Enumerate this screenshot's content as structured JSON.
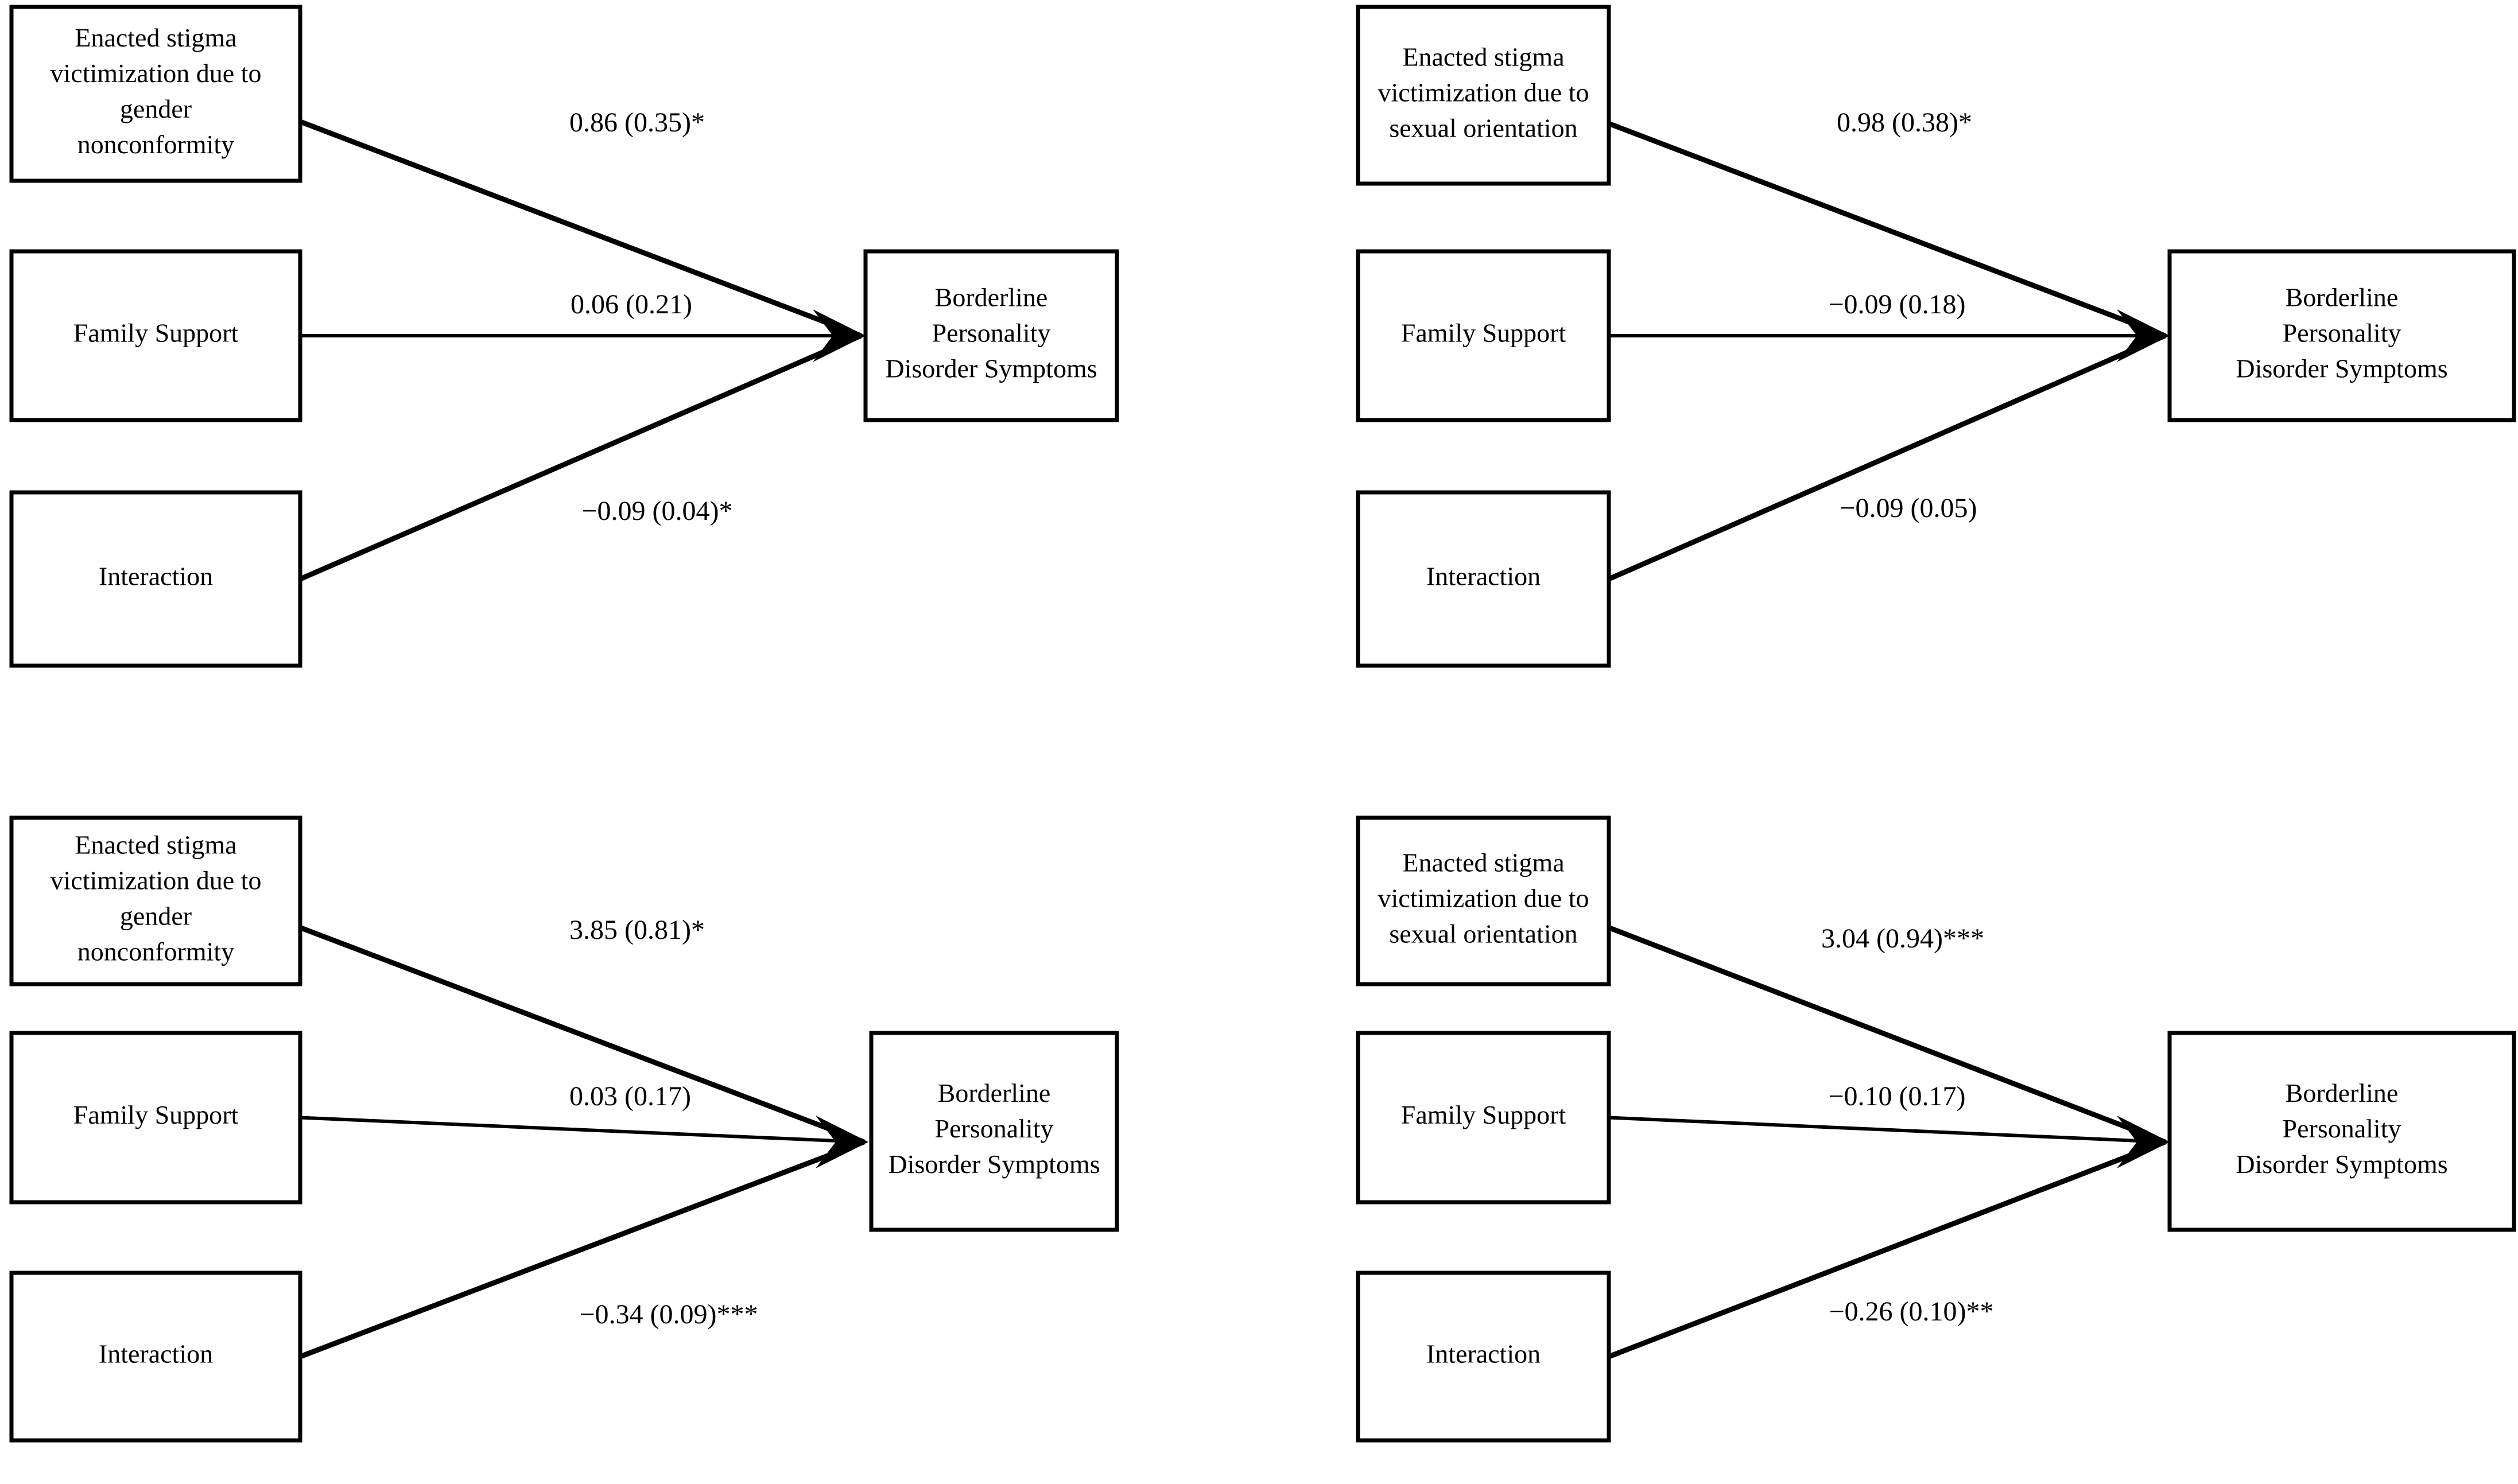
{
  "figure": {
    "type": "path-diagram-grid",
    "panel_count": 4,
    "layout": "2x2",
    "background_color": "#ffffff",
    "line_color": "#000000",
    "text_color": "#000000"
  },
  "labels": {
    "stigma_gender": "Enacted stigma victimization due to gender nonconformity",
    "stigma_sexual": "Enacted stigma victimization due to sexual orientation",
    "family_support": "Family Support",
    "interaction": "Interaction",
    "outcome": "Borderline Personality Disorder Symptoms"
  },
  "node_lines": {
    "stigma_gender": [
      "Enacted stigma",
      "victimization due to",
      "gender",
      "nonconformity"
    ],
    "stigma_sexual": [
      "Enacted stigma",
      "victimization due to",
      "sexual orientation"
    ],
    "family_support": [
      "Family Support"
    ],
    "interaction": [
      "Interaction"
    ],
    "outcome": [
      "Borderline",
      "Personality",
      "Disorder Symptoms"
    ]
  },
  "panels": [
    {
      "id": "panel-top-left",
      "position": "top-left",
      "predictor_label_key": "stigma_gender",
      "paths": [
        {
          "from": "stigma_gender",
          "to": "outcome",
          "estimate": "0.86",
          "se": "0.35",
          "stars": "*",
          "label": "0.86 (0.35)*"
        },
        {
          "from": "family_support",
          "to": "outcome",
          "estimate": "0.06",
          "se": "0.21",
          "stars": "",
          "label": "0.06 (0.21)"
        },
        {
          "from": "interaction",
          "to": "outcome",
          "estimate": "−0.09",
          "se": "0.04",
          "stars": "*",
          "label": "−0.09 (0.04)*"
        }
      ]
    },
    {
      "id": "panel-top-right",
      "position": "top-right",
      "predictor_label_key": "stigma_sexual",
      "paths": [
        {
          "from": "stigma_sexual",
          "to": "outcome",
          "estimate": "0.98",
          "se": "0.38",
          "stars": "*",
          "label": "0.98 (0.38)*"
        },
        {
          "from": "family_support",
          "to": "outcome",
          "estimate": "−0.09",
          "se": "0.18",
          "stars": "",
          "label": "−0.09 (0.18)"
        },
        {
          "from": "interaction",
          "to": "outcome",
          "estimate": "−0.09",
          "se": "0.05",
          "stars": "",
          "label": "−0.09 (0.05)"
        }
      ]
    },
    {
      "id": "panel-bottom-left",
      "position": "bottom-left",
      "predictor_label_key": "stigma_gender",
      "paths": [
        {
          "from": "stigma_gender",
          "to": "outcome",
          "estimate": "3.85",
          "se": "0.81",
          "stars": "*",
          "label": "3.85 (0.81)*"
        },
        {
          "from": "family_support",
          "to": "outcome",
          "estimate": "0.03",
          "se": "0.17",
          "stars": "",
          "label": "0.03 (0.17)"
        },
        {
          "from": "interaction",
          "to": "outcome",
          "estimate": "−0.34",
          "se": "0.09",
          "stars": "***",
          "label": "−0.34 (0.09)***"
        }
      ]
    },
    {
      "id": "panel-bottom-right",
      "position": "bottom-right",
      "predictor_label_key": "stigma_sexual",
      "paths": [
        {
          "from": "stigma_sexual",
          "to": "outcome",
          "estimate": "3.04",
          "se": "0.94",
          "stars": "***",
          "label": "3.04 (0.94)***"
        },
        {
          "from": "family_support",
          "to": "outcome",
          "estimate": "−0.10",
          "se": "0.17",
          "stars": "",
          "label": "−0.10 (0.17)"
        },
        {
          "from": "interaction",
          "to": "outcome",
          "estimate": "−0.26",
          "se": "0.10",
          "stars": "**",
          "label": "−0.26 (0.10)**"
        }
      ]
    }
  ]
}
